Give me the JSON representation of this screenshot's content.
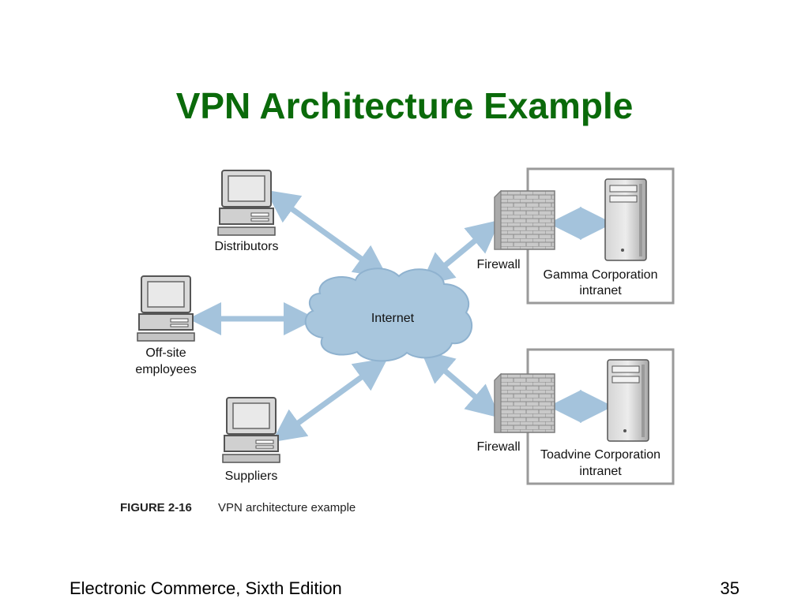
{
  "slide": {
    "title": "VPN Architecture Example",
    "footer_left": "Electronic Commerce, Sixth Edition",
    "page_number": "35"
  },
  "diagram": {
    "nodes": {
      "distributors": "Distributors",
      "offsite_line1": "Off-site",
      "offsite_line2": "employees",
      "suppliers": "Suppliers",
      "internet": "Internet",
      "firewall_top": "Firewall",
      "firewall_bottom": "Firewall",
      "gamma_line1": "Gamma Corporation",
      "gamma_line2": "intranet",
      "toadvine_line1": "Toadvine Corporation",
      "toadvine_line2": "intranet"
    },
    "caption": {
      "figure_number": "FIGURE 2-16",
      "text": "VPN architecture example"
    },
    "colors": {
      "arrow": "#a4c3dc",
      "cloud": "#a8c6dd",
      "title": "#0a6a0a",
      "box_border": "#9a9a9a"
    }
  }
}
